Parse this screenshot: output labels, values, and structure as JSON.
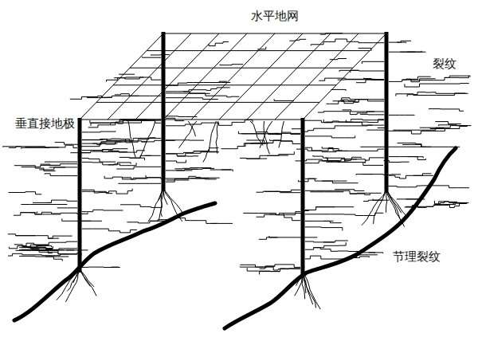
{
  "diagram": {
    "labels": [
      "水平地网",
      "裂纹",
      "垂直接地极",
      "节理裂纹"
    ]
  }
}
